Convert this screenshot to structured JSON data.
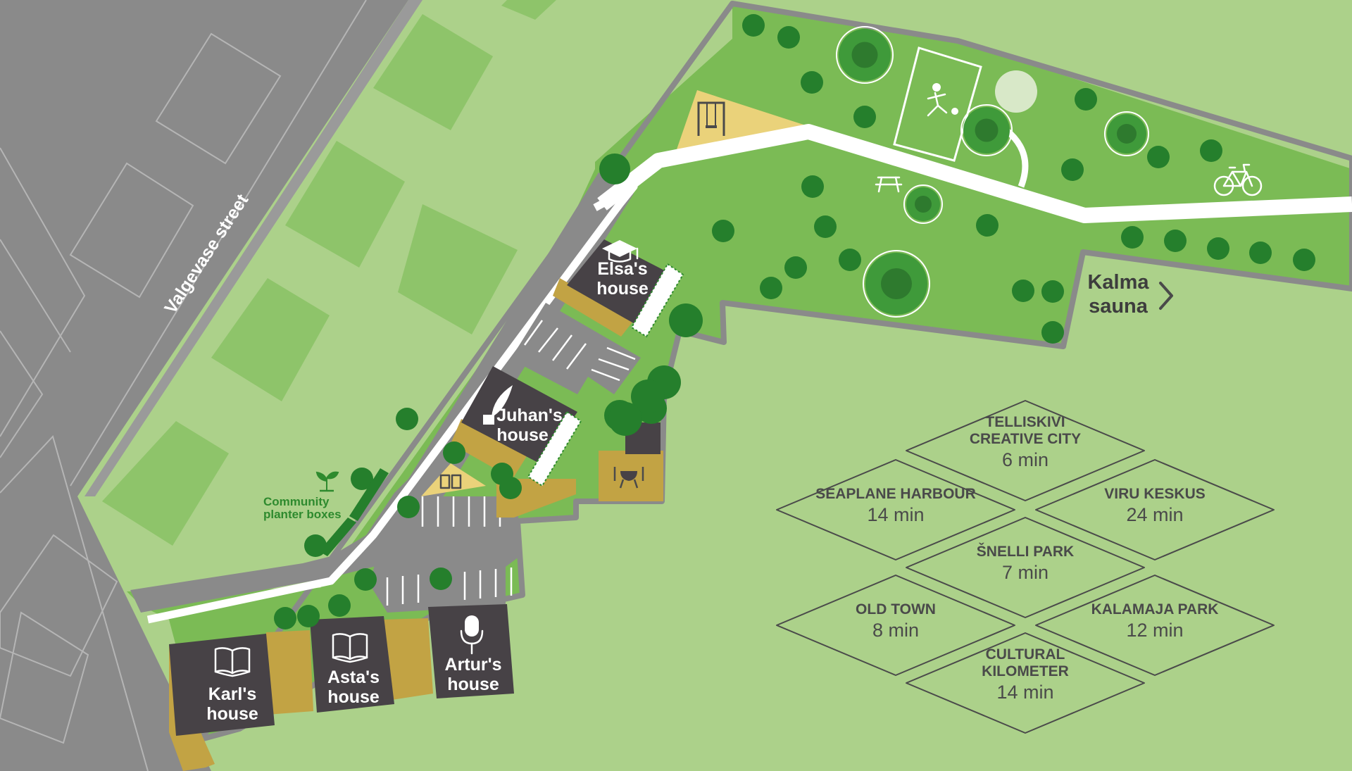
{
  "street": {
    "name": "Valgevase street"
  },
  "houses": [
    {
      "id": "elsa",
      "line1": "Elsa's",
      "line2": "house",
      "icon": "graduation-cap-icon"
    },
    {
      "id": "juhan",
      "line1": "Juhan's",
      "line2": "house",
      "icon": "quill-ink-icon"
    },
    {
      "id": "karl",
      "line1": "Karl's",
      "line2": "house",
      "icon": "open-book-icon"
    },
    {
      "id": "asta",
      "line1": "Asta's",
      "line2": "house",
      "icon": "open-book-icon"
    },
    {
      "id": "artur",
      "line1": "Artur's",
      "line2": "house",
      "icon": "microphone-icon"
    }
  ],
  "community": {
    "line1": "Community",
    "line2": "planter boxes",
    "icon": "sprout-icon"
  },
  "sauna": {
    "line1": "Kalma",
    "line2": "sauna",
    "icon": "chevron-right-icon"
  },
  "park_icons": [
    "swing-icon",
    "football-player-icon",
    "picnic-table-icon",
    "bicycle-icon",
    "barbecue-grill-icon",
    "bookshelf-icon"
  ],
  "destinations": [
    {
      "name_lines": [
        "TELLISKIVI",
        "CREATIVE CITY"
      ],
      "time": "6 min"
    },
    {
      "name_lines": [
        "SEAPLANE HARBOUR"
      ],
      "time": "14 min"
    },
    {
      "name_lines": [
        "VIRU KESKUS"
      ],
      "time": "24 min"
    },
    {
      "name_lines": [
        "ŠNELLI PARK"
      ],
      "time": "7 min"
    },
    {
      "name_lines": [
        "OLD TOWN"
      ],
      "time": "8 min"
    },
    {
      "name_lines": [
        "KALAMAJA PARK"
      ],
      "time": "12 min"
    },
    {
      "name_lines": [
        "CULTURAL",
        "KILOMETER"
      ],
      "time": "14 min"
    }
  ],
  "colors": {
    "background": "#acd18a",
    "asphalt": "#8a8a8a",
    "lot_green": "#7bbb55",
    "plot_green": "#8ec46a",
    "tree": "#257f2c",
    "building": "#474246",
    "yard": "#c2a344",
    "path": "#ffffff",
    "highlight": "#ead27a"
  }
}
